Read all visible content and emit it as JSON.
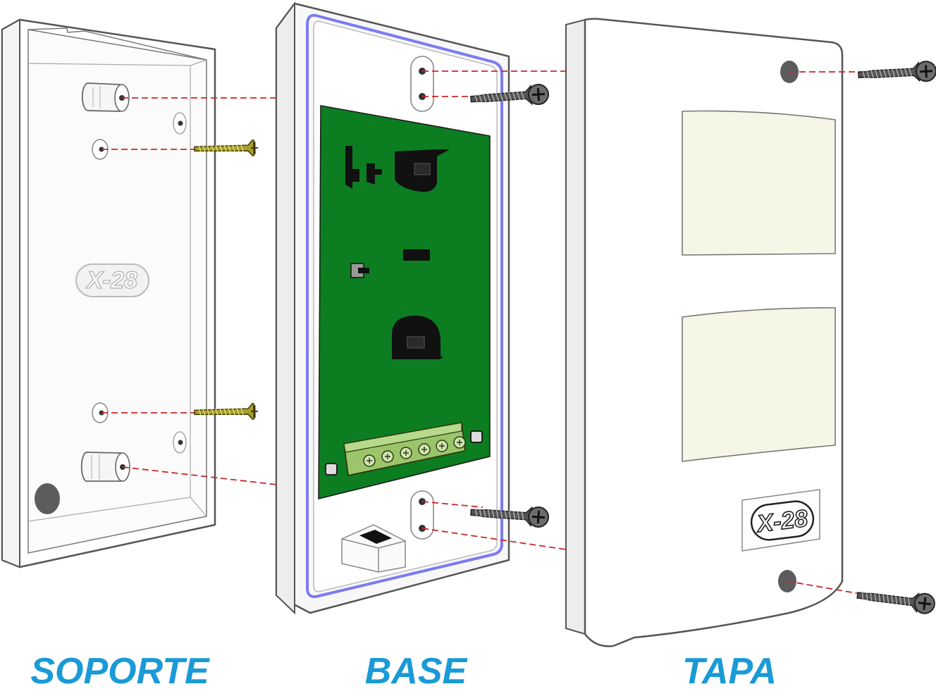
{
  "labels": {
    "soporte": "SOPORTE",
    "base": "BASE",
    "tapa": "TAPA"
  },
  "logo": {
    "text": "X-28"
  },
  "colors": {
    "label": "#1a9ad6",
    "pcb": "#0d7d22",
    "gasket": "#7b7bf2",
    "guide_line": "#c82828",
    "brass_screw": "#a8a02a",
    "lens": "#f6f6e6",
    "outline": "#555555"
  },
  "icons": {
    "screw": "screw-icon",
    "brass_screw": "brass-screw-icon"
  }
}
